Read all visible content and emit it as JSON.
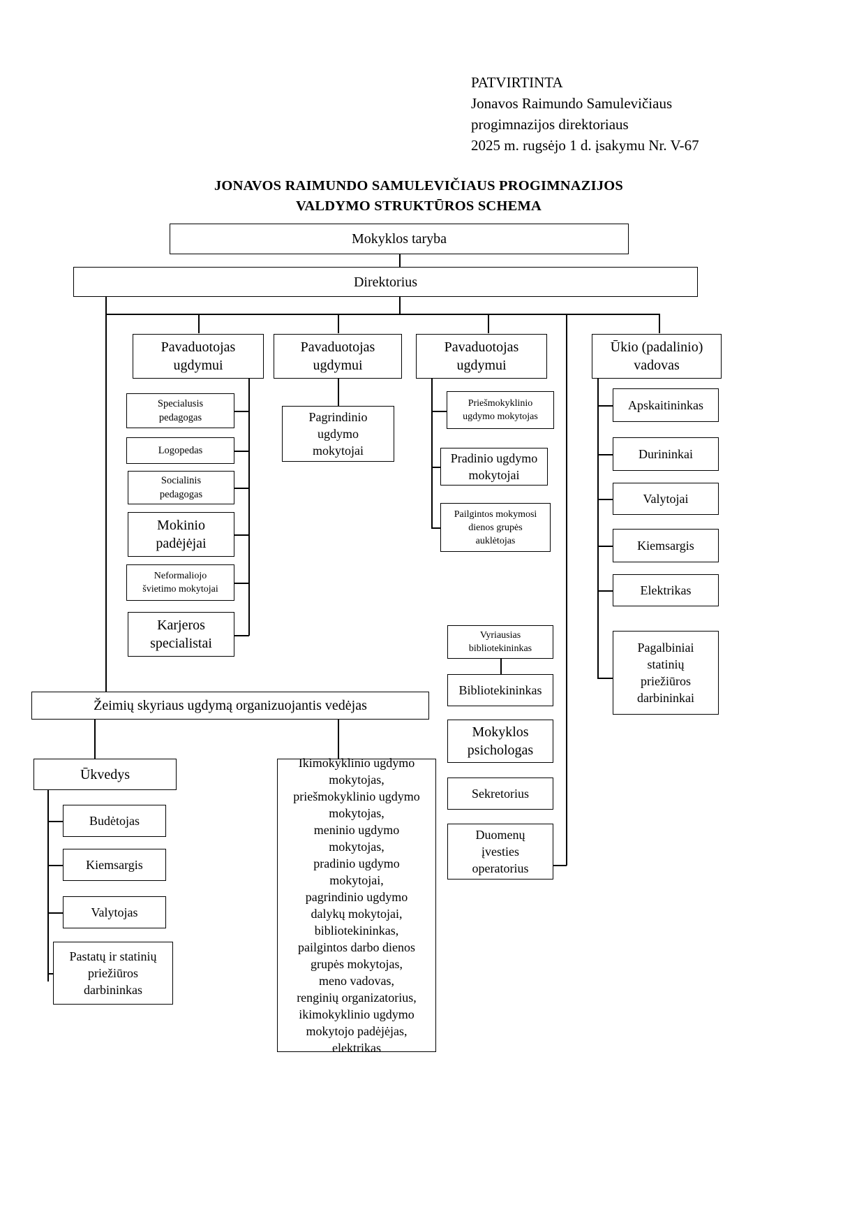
{
  "document": {
    "approval": {
      "lines": [
        "PATVIRTINTA",
        "Jonavos Raimundo Samulevičiaus",
        "progimnazijos direktoriaus",
        "2025 m. rugsėjo 1 d. įsakymu Nr. V-67"
      ]
    },
    "title_line1": "JONAVOS RAIMUNDO SAMULEVIČIAUS PROGIMNAZIJOS",
    "title_line2": "VALDYMO STRUKTŪROS SCHEMA"
  },
  "chart_data": {
    "type": "diagram",
    "title": "JONAVOS RAIMUNDO SAMULEVIČIAUS PROGIMNAZIJOS VALDYMO STRUKTŪROS SCHEMA",
    "nodes": {
      "school_council": "Mokyklos taryba",
      "director": "Direktorius",
      "deputy1": "Pavaduotojas\nugdymui",
      "deputy2": "Pavaduotojas\nugdymui",
      "deputy3": "Pavaduotojas\nugdymui",
      "facility_head": "Ūkio (padalinio)\nvadovas",
      "special_pedagogue": "Specialusis\npedagogas",
      "speech_therapist": "Logopedas",
      "social_pedagogue": "Socialinis\npedagogas",
      "student_assistants": "Mokinio\npadėjėjai",
      "nonformal_teachers": "Neformaliojo\nšvietimo mokytojai",
      "career_specialists": "Karjeros\nspecialistai",
      "basic_edu_teachers": "Pagrindinio\nugdymo\nmokytojai",
      "preschool_teachers": "Priešmokyklinio\nugdymo  mokytojas",
      "primary_teachers": "Pradinio ugdymo\nmokytojai",
      "extended_day_group": "Pailgintos mokymosi\ndienos grupės\nauklėtojas",
      "accountant": "Apskaitininkas",
      "doorkeepers": "Durininkai",
      "cleaners": "Valytojai",
      "yard_keeper": "Kiemsargis",
      "electrician": "Elektrikas",
      "support_workers": "Pagalbiniai\nstatinių\npriežiūros\ndarbininkai",
      "chief_librarian": "Vyriausias\nbibliotekininkas",
      "librarian": "Bibliotekininkas",
      "psychologist": "Mokyklos\npsichologas",
      "secretary": "Sekretorius",
      "data_operator": "Duomenų\nįvesties\noperatorius",
      "zeimiai_head": "Žeimių skyriaus ugdymą organizuojantis vedėjas",
      "steward": "Ūkvedys",
      "duty_officer": "Budėtojas",
      "yard_keeper2": "Kiemsargis",
      "cleaner2": "Valytojas",
      "building_worker": "Pastatų ir statinių\npriežiūros\ndarbininkas",
      "zeimiai_staff": "Ikimokyklinio ugdymo\nmokytojas,\npriešmokyklinio ugdymo\nmokytojas,\nmeninio ugdymo\nmokytojas,\npradinio ugdymo\nmokytojai,\npagrindinio ugdymo\ndalykų mokytojai,\nbibliotekininkas,\npailgintos darbo dienos\ngrupės mokytojas,\nmeno vadovas,\nrenginių organizatorius,\nikimokyklinio ugdymo\nmokytojo padėjėjas,\nelektrikas"
    }
  }
}
